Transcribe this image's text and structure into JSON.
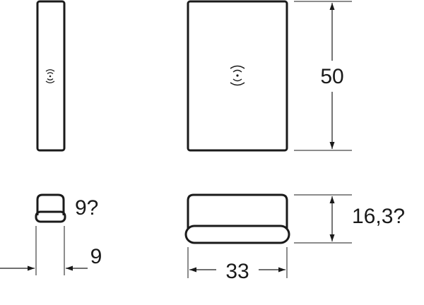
{
  "dimensions": {
    "front_height": "50",
    "side_width": "9",
    "side_depth": "9?",
    "bottom_height": "16,3?",
    "bottom_width": "33"
  },
  "icons": {
    "side_view": "wireless-signal-icon",
    "front_view": "wireless-signal-icon"
  },
  "colors": {
    "line": "#1a1a1a",
    "background": "#ffffff"
  }
}
